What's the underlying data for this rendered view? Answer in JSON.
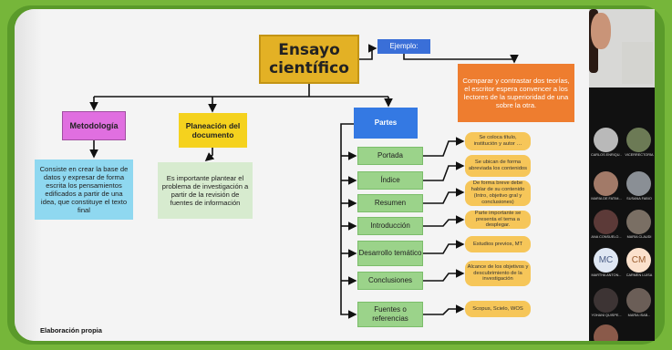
{
  "diagram": {
    "title": "Ensayo científico",
    "ejemplo_label": "Ejemplo:",
    "ejemplo_text": "Comparar y contrastar dos teorías, el escritor espera convencer a los lectores de la superioridad de una sobre la otra.",
    "branches": [
      {
        "label": "Metodología",
        "description": "Consiste en crear la base de datos y expresar de forma escrita los pensamientos edificados a partir de una idea, que constituye el texto final"
      },
      {
        "label": "Planeación del documento",
        "description": "Es importante plantear el problema de investigación a partir de la revisión de fuentes de información"
      },
      {
        "label": "Partes"
      }
    ],
    "parts": [
      {
        "label": "Portada",
        "note": "Se coloca título, institución y autor …"
      },
      {
        "label": "Índice",
        "note": "Se ubican de forma abreviada los contenidos"
      },
      {
        "label": "Resumen",
        "note": "De forma breve debe hablar de su contenido (Intro, objetivo gral y conclusiones)"
      },
      {
        "label": "Introducción",
        "note": "Parte importante se presenta el tema a desplegar."
      },
      {
        "label": "Desarrollo temático",
        "note": "Estudios previos, MT"
      },
      {
        "label": "Conclusiones",
        "note": "Alcance de los objetivos y descubrimiento de la investigación"
      },
      {
        "label": "Fuentes o referencias",
        "note": "Scopus, Scielo, WOS"
      }
    ],
    "footer": "Elaboración propia"
  },
  "participants": [
    {
      "name": "CARLOS ENRIQU...",
      "initials": ""
    },
    {
      "name": "VICERRECTORÍA",
      "initials": ""
    },
    {
      "name": "MARÍA DE FATIM...",
      "initials": ""
    },
    {
      "name": "SUSANA FABIO",
      "initials": ""
    },
    {
      "name": "ANA CONSUELO...",
      "initials": ""
    },
    {
      "name": "MARÍA CLAUDI",
      "initials": ""
    },
    {
      "name": "MARTHA ANTON...",
      "initials": "MC"
    },
    {
      "name": "CARMEN LUISA",
      "initials": "CM"
    },
    {
      "name": "YOHANI QUISPE...",
      "initials": ""
    },
    {
      "name": "MARÍA ISAB...",
      "initials": ""
    }
  ],
  "colors": {
    "frame": "#76b63a",
    "title_box": "#e3b125",
    "ejemplo_box": "#3a6fd8",
    "comparar_box": "#ee7d2f",
    "metodologia_box": "#e06fe0",
    "planeacion_box": "#f5d21e",
    "partes_box": "#3479e3",
    "part_box": "#9bd38a",
    "note_box": "#f6c659"
  }
}
